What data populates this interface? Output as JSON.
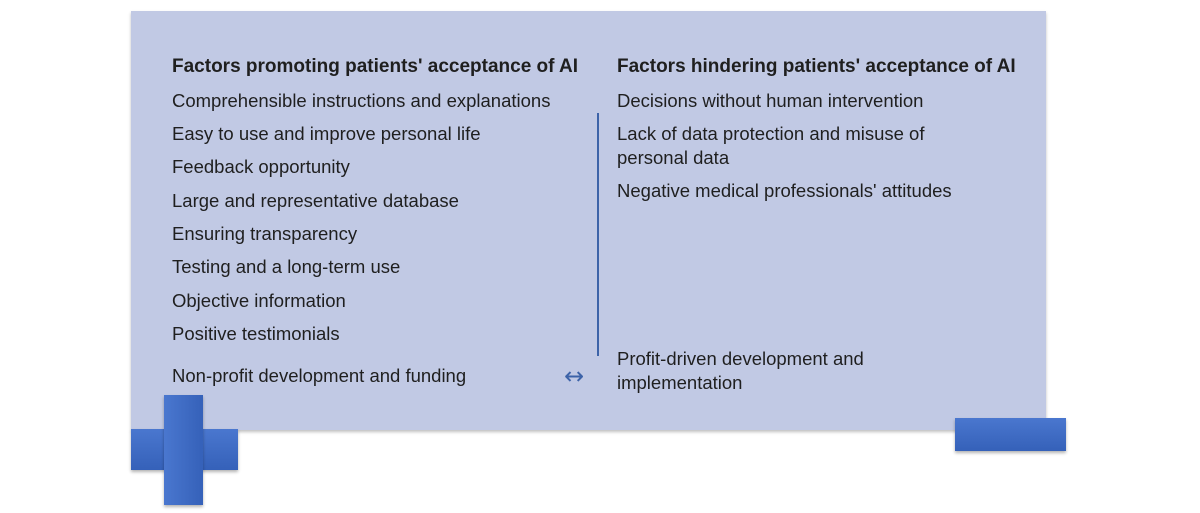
{
  "promoting": {
    "title": "Factors promoting patients' acceptance of AI",
    "items": [
      "Comprehensible instructions and explanations",
      "Easy to use and improve personal life",
      "Feedback opportunity",
      "Large and representative database",
      "Ensuring transparency",
      "Testing and a long-term use",
      "Objective information",
      "Positive testimonials",
      "Non-profit development and funding"
    ]
  },
  "hindering": {
    "title": "Factors hindering patients' acceptance of AI",
    "items": [
      "Decisions without human intervention",
      "Lack of data protection and misuse of personal data",
      "Negative medical professionals' attitudes",
      "Profit-driven development and implementation"
    ]
  },
  "connector": {
    "symbol": "↔"
  },
  "icons": {
    "plus": "plus-icon",
    "minus": "minus-icon"
  },
  "colors": {
    "panel": "#c1c9e4",
    "accent": "#3d63a8"
  }
}
